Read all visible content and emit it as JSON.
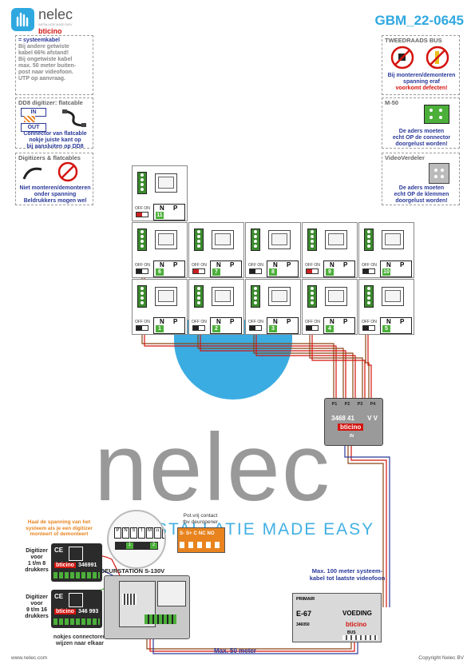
{
  "header": {
    "brand": "nelec",
    "brand_tagline": "INSTALLATIE MADE EASY",
    "sub_brand": "bticino",
    "doc_id": "GBM_22-0645"
  },
  "watermark": {
    "text": "nelec",
    "tagline": "INSTALLATIE MADE EASY"
  },
  "notes": {
    "systeemkabel": {
      "title": "= systeemkabel",
      "lines": [
        "Bij andere getwiste",
        "kabel 66% afstand!",
        "Bij ongetwiste kabel",
        "max. 50 meter buiten-",
        "post naar videofoon.",
        "UTP op aanvraag."
      ]
    },
    "dd8": {
      "title": "DD8 digitizer: flatcable",
      "in_label": "IN",
      "out_label": "OUT",
      "lines": [
        "Connector van flatcable",
        "nokje juiste kant op",
        "bij aansluiten op DD8"
      ]
    },
    "digitizers": {
      "title": "Digitizers & flatcables",
      "lines": [
        "Niet monteren/demonteren",
        "onder spanning",
        "Beldrukkers mogen wel"
      ]
    },
    "tweedraads": {
      "title": "TWEEDRAADS BUS",
      "lines": [
        "Bij monteren/demonteren",
        "spanning eraf",
        "voorkomt defecten!"
      ]
    },
    "m50": {
      "title": "M-50",
      "lines": [
        "De aders moeten",
        "echt OP de connector",
        "doorgelust worden!"
      ]
    },
    "videoverdeler": {
      "title": "VideoVerdeler",
      "lines": [
        "De aders moeten",
        "echt OP de klemmen",
        "doorgelust worden!"
      ]
    }
  },
  "units": {
    "offon": "OFF ON",
    "n": "N",
    "p": "P",
    "top": [
      {
        "num": "11"
      }
    ],
    "middle": [
      {
        "num": "6"
      },
      {
        "num": "7"
      },
      {
        "num": "8"
      },
      {
        "num": "9"
      },
      {
        "num": "10"
      }
    ],
    "bottom": [
      {
        "num": "1"
      },
      {
        "num": "2"
      },
      {
        "num": "3"
      },
      {
        "num": "4"
      },
      {
        "num": "5"
      }
    ]
  },
  "distributor": {
    "ports": [
      "P1",
      "P2",
      "P3",
      "P4"
    ],
    "code": "3468 41",
    "vv": "V V",
    "brand": "bticino",
    "in_label": "IN"
  },
  "doorstation": {
    "caption": "DEURSTATION S-130V",
    "warning": [
      "Haal de spanning van het",
      "systeem als je een digitizer",
      "monteert of demonteert"
    ],
    "digitizer1": {
      "label": [
        "Digitizer",
        "voor",
        "1 t/m 8",
        "drukkers"
      ],
      "code": "346991"
    },
    "digitizer2": {
      "label": [
        "Digitizer",
        "voor",
        "9 t/m 16",
        "drukkers"
      ],
      "code": "346 993"
    },
    "nokjes": [
      "nokjes connectoren",
      "wijzen naar elkaar"
    ],
    "terminal_labels": [
      "P",
      "N",
      "S",
      "T",
      "M",
      "J1",
      "J2"
    ],
    "terminal_nums": [
      "1",
      "2"
    ]
  },
  "contact": {
    "title": [
      "Pot.vrij contact",
      "tbv deuropener"
    ],
    "terminals": [
      "S-",
      "S+",
      "C",
      "NC",
      "NO"
    ]
  },
  "psu": {
    "top": "PRIMAIR",
    "model": "E-67",
    "label": "VOEDING",
    "code": "346050",
    "brand": "bticino",
    "bus": "BUS",
    "cable_note": [
      "Max. 100 meter systeem-",
      "kabel tot laatste videofoon"
    ]
  },
  "cable_max": "Max. 50 meter",
  "footer": {
    "left": "www.nelec.com",
    "right": "Copyright Nelec BV"
  },
  "colors": {
    "blue": "#2b3a9a",
    "red": "#d4140f",
    "orange": "#e8831e",
    "cyan": "#2fa8e0",
    "green": "#4caf3a"
  }
}
